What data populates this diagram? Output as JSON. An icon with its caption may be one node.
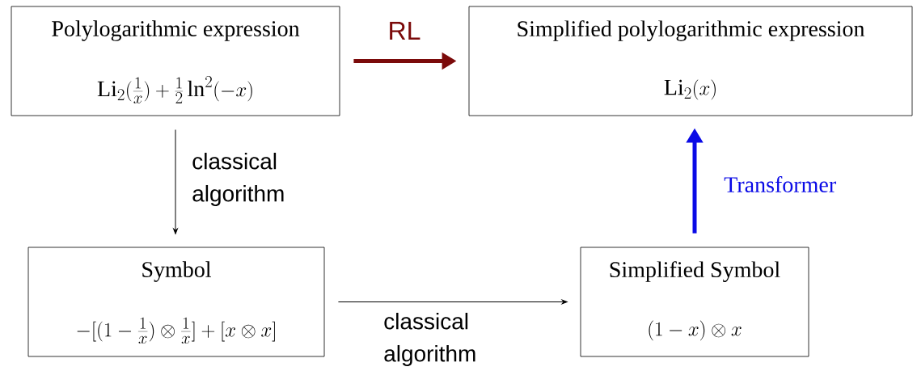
{
  "diagram": {
    "nodes": [
      {
        "text": [
          "Polylogarithmic expression",
          "\\mathrm{Li}_2(\\frac{1}{x})+\\frac{1}{2}\\ln^2(-x)"
        ]
      },
      {
        "text": [
          "Simplified polylogarithmic expression",
          "\\mathrm{Li}_2(x)"
        ]
      },
      {
        "text": [
          "Symbol",
          "-[(1-\\frac{1}{x})\\otimes\\frac{1}{x}]+[x\\otimes x]"
        ]
      },
      {
        "text": [
          "Simplified Symbol",
          "(1-x)\\otimes x"
        ]
      }
    ],
    "edges": [
      {
        "from": 0,
        "to": 1,
        "arrow": "to",
        "label": "RL",
        "style": "thick",
        "color": "#7b0a0a"
      },
      {
        "from": 0,
        "to": 2,
        "arrow": "to",
        "label": "classical algorithm"
      },
      {
        "from": 2,
        "to": 3,
        "arrow": "to",
        "label": "classical algorithm"
      },
      {
        "from": 3,
        "to": 1,
        "arrow": "to",
        "label": "Transformer",
        "style": "thick",
        "color": "#0a0ae6"
      }
    ]
  }
}
